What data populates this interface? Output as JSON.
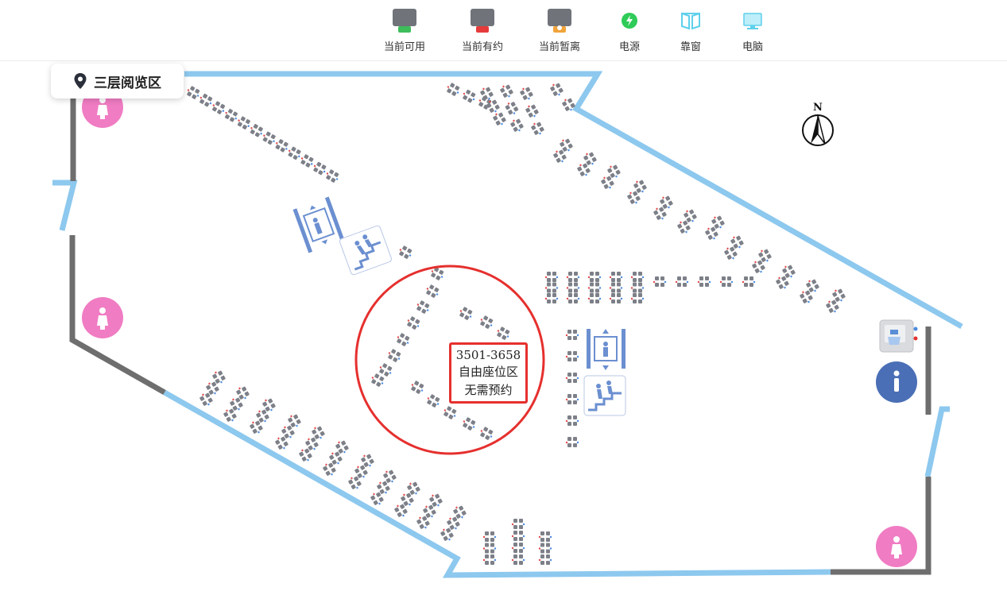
{
  "legend": {
    "items": [
      {
        "key": "available",
        "label": "当前可用",
        "icon": "seat-available-icon",
        "accent": "#3dbd5b"
      },
      {
        "key": "reserved",
        "label": "当前有约",
        "icon": "seat-reserved-icon",
        "accent": "#e53b3b"
      },
      {
        "key": "away",
        "label": "当前暂离",
        "icon": "seat-away-icon",
        "accent": "#f2a43a"
      },
      {
        "key": "power",
        "label": "电源",
        "icon": "power-icon",
        "accent": "#2fcb58"
      },
      {
        "key": "window",
        "label": "靠窗",
        "icon": "window-icon",
        "accent": "#5fd0ec"
      },
      {
        "key": "computer",
        "label": "电脑",
        "icon": "computer-icon",
        "accent": "#5fd0ec"
      }
    ]
  },
  "floor": {
    "title": "三层阅览区",
    "icon": "location-pin-icon"
  },
  "compass": {
    "label": "N"
  },
  "free_zone": {
    "range": "3501-3658",
    "line1": "自由座位区",
    "line2": "无需预约",
    "color": "#e5302e"
  },
  "colors": {
    "window_wall": "#8dc8ee",
    "solid_wall": "#6e6e6e",
    "restroom": "#f07cc3",
    "info": "#4a6fb6",
    "facility": "#6b8fd0"
  },
  "facilities": [
    "restroom-icon",
    "restroom-icon",
    "restroom-icon",
    "elevator-icon",
    "stairs-icon",
    "elevator-icon",
    "stairs-icon",
    "info-icon",
    "water-dispenser-icon",
    "compass-icon"
  ]
}
